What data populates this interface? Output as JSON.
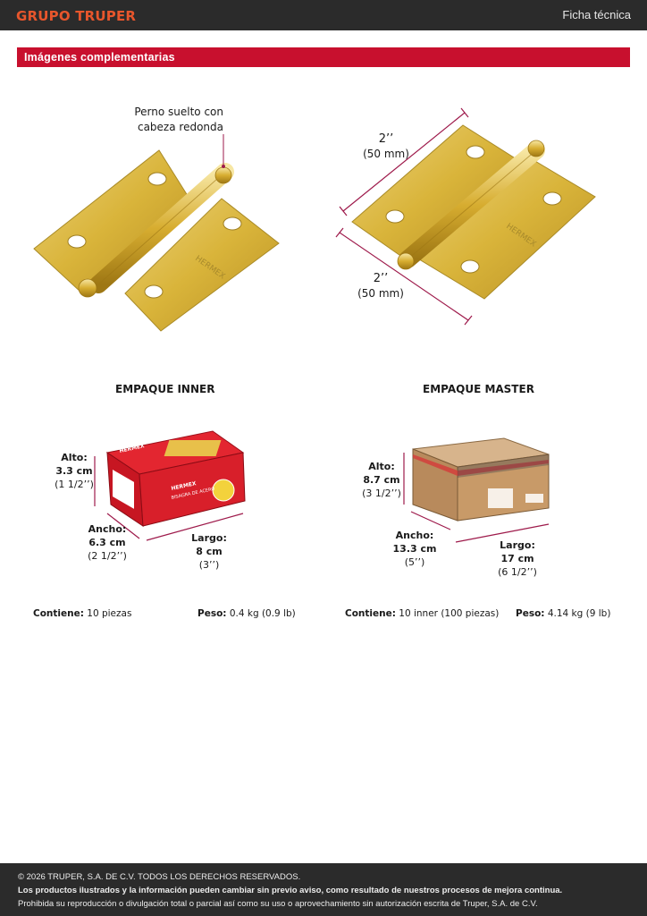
{
  "header": {
    "brand": "GRUPO TRUPER",
    "doc_type": "Ficha técnica"
  },
  "section": {
    "title": "Imágenes complementarias"
  },
  "hinge_left": {
    "callout_line1": "Perno suelto con",
    "callout_line2": "cabeza redonda",
    "engraving": "HERMEX"
  },
  "hinge_right": {
    "top_dim": "2’’",
    "top_dim_mm": "(50 mm)",
    "bottom_dim": "2’’",
    "bottom_dim_mm": "(50 mm)",
    "engraving": "HERMEX"
  },
  "inner": {
    "title": "EMPAQUE INNER",
    "alto_label": "Alto:",
    "alto_cm": "3.3 cm",
    "alto_in": "(1 1/2’’)",
    "ancho_label": "Ancho:",
    "ancho_cm": "6.3 cm",
    "ancho_in": "(2 1/2’’)",
    "largo_label": "Largo:",
    "largo_cm": "8 cm",
    "largo_in": "(3’’)",
    "box_brand": "HERMEX",
    "box_text": "BISAGRA DE ACERO",
    "contiene_label": "Contiene:",
    "contiene_value": "10 piezas",
    "peso_label": "Peso:",
    "peso_value": "0.4 kg (0.9 lb)"
  },
  "master": {
    "title": "EMPAQUE MASTER",
    "alto_label": "Alto:",
    "alto_cm": "8.7 cm",
    "alto_in": "(3 1/2’’)",
    "ancho_label": "Ancho:",
    "ancho_cm": "13.3 cm",
    "ancho_in": "(5’’)",
    "largo_label": "Largo:",
    "largo_cm": "17 cm",
    "largo_in": "(6 1/2’’)",
    "contiene_label": "Contiene:",
    "contiene_value": "10 inner (100 piezas)",
    "peso_label": "Peso:",
    "peso_value": "4.14 kg (9 lb)"
  },
  "footer": {
    "line1": "© 2026 TRUPER, S.A. DE C.V. TODOS LOS DERECHOS RESERVADOS.",
    "line2": "Los productos ilustrados y la información pueden cambiar sin previo aviso, como resultado de nuestros procesos de mejora continua.",
    "line3": "Prohibida su reproducción o divulgación total o parcial así como su uso o aprovechamiento sin autorización escrita de Truper, S.A. de C.V."
  },
  "colors": {
    "accent": "#c8102e",
    "brand": "#e8562c",
    "dark": "#2b2b2b",
    "brass": "#d9b43a",
    "dimension_line": "#9e1a4b"
  }
}
